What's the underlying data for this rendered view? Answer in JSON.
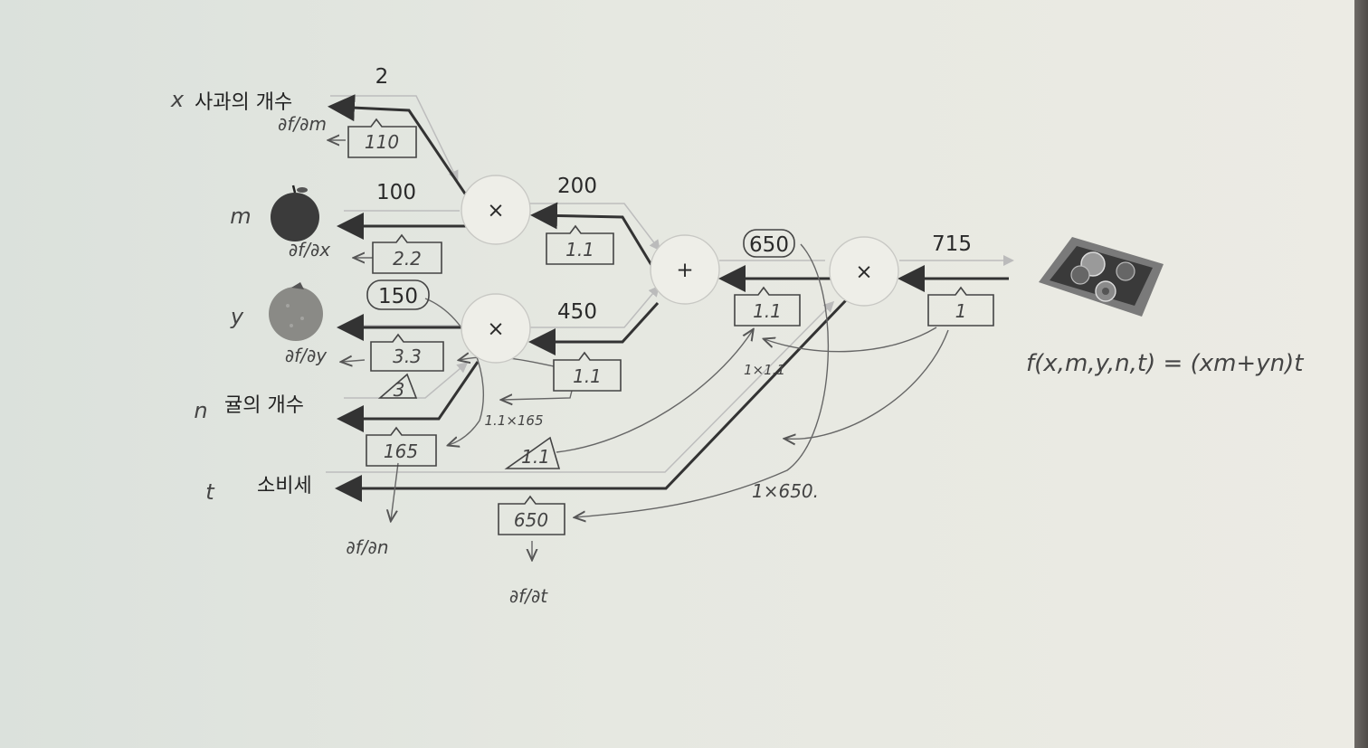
{
  "nodes": {
    "mul1": "×",
    "mul2": "×",
    "add": "+",
    "mul3": "×"
  },
  "inputs": {
    "x": {
      "var": "x",
      "label": "사과의 개수",
      "value": "2",
      "grad": "110",
      "grad_note": "∂f/∂m"
    },
    "m": {
      "var": "m",
      "value": "100",
      "grad": "2.2",
      "grad_note": "∂f/∂x",
      "icon": "apple-icon"
    },
    "y": {
      "var": "y",
      "value": "150",
      "grad": "3.3",
      "grad_note": "∂f/∂y",
      "icon": "orange-icon"
    },
    "n": {
      "var": "n",
      "label": "귤의 개수",
      "value": "3",
      "grad": "165",
      "grad_note": "∂f/∂n"
    },
    "t": {
      "var": "t",
      "label": "소비세",
      "value": "1.1",
      "grad": "650",
      "grad_note": "∂f/∂t"
    }
  },
  "edges": {
    "mul1_out": {
      "value": "200",
      "grad": "1.1"
    },
    "mul2_out": {
      "value": "450",
      "grad": "1.1"
    },
    "add_out": {
      "value": "650",
      "grad": "1.1"
    },
    "final": {
      "value": "715",
      "grad": "1"
    }
  },
  "notes": {
    "n_calc": "1.1×165",
    "add_calc": "1×1.1",
    "t_calc": "1×650."
  },
  "formula": "f(x,m,y,n,t) = (xm+yn)t",
  "colors": {
    "forward": "#bdbdbd",
    "backward": "#333333",
    "ink": "#444444"
  },
  "icons": {
    "wallet": "coin-tray-icon"
  }
}
